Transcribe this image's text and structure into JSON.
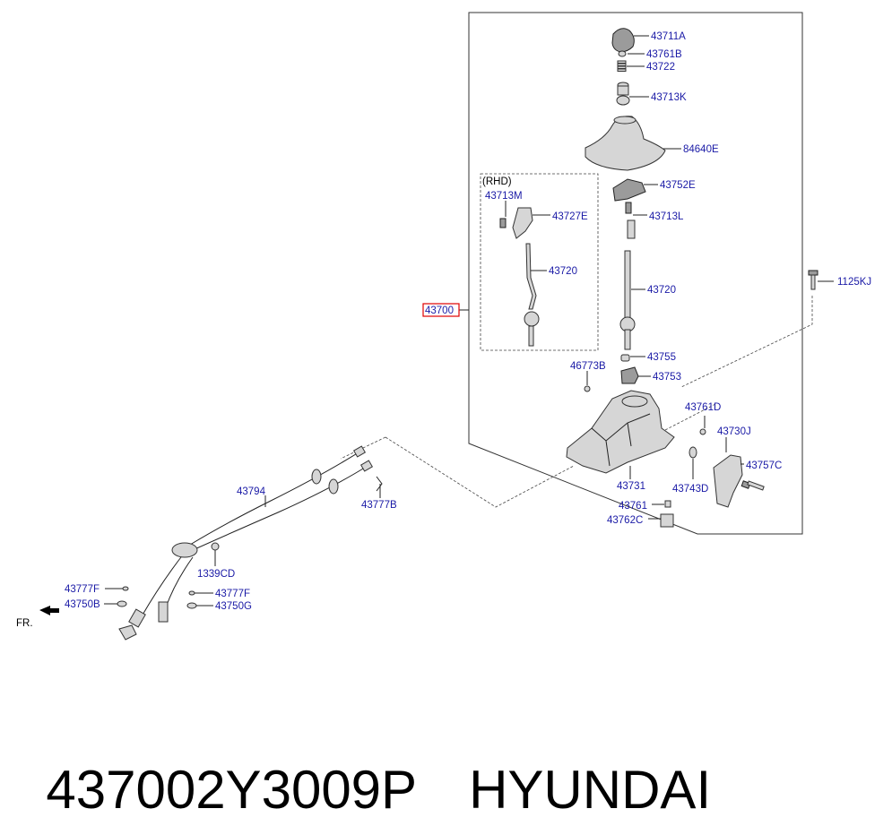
{
  "diagram": {
    "rhd_label": "(RHD)",
    "front_label": "FR.",
    "assembly_label": "43700",
    "parts": {
      "knob": "43711A",
      "ball": "43761B",
      "spring": "43722",
      "knob_base": "43713K",
      "boot": "84640E",
      "rhd_clip": "43713M",
      "rhd_bracket": "43727E",
      "rhd_lever": "43720",
      "bracket": "43752E",
      "clip": "43713L",
      "lever": "43720",
      "bushing": "43755",
      "pin": "46773B",
      "socket": "43753",
      "bolt_top": "1125KJ",
      "stopper": "43761D",
      "plate": "43730J",
      "cable_assy": "43794",
      "clip_b": "43777B",
      "bolt_c": "43757C",
      "housing": "43731",
      "ring": "43743D",
      "stopper_2": "43761",
      "cap": "43762C",
      "grommet": "1339CD",
      "clip_f1": "43777F",
      "washer_b": "43750B",
      "clip_f2": "43777F",
      "washer_g": "43750G"
    }
  },
  "caption": {
    "part_number": "437002Y3009P",
    "brand": "HYUNDAI"
  }
}
